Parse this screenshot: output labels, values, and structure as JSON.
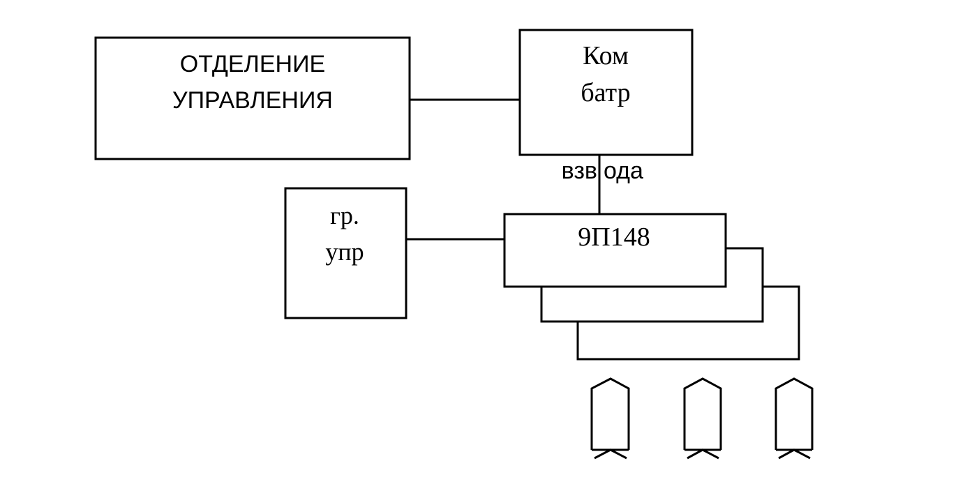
{
  "blocks": {
    "control_section": {
      "line1": "ОТДЕЛЕНИЕ",
      "line2": "УПРАВЛЕНИЯ"
    },
    "battery_commander": {
      "line1": "Ком",
      "line2": "батр"
    },
    "group_control": {
      "line1": "гр.",
      "line2": "упр"
    },
    "vehicle": {
      "label": "9П148"
    }
  },
  "connections": {
    "platoons_label_left": "взв",
    "platoons_label_right": "ода"
  },
  "colors": {
    "stroke": "#000000",
    "background": "#ffffff"
  }
}
